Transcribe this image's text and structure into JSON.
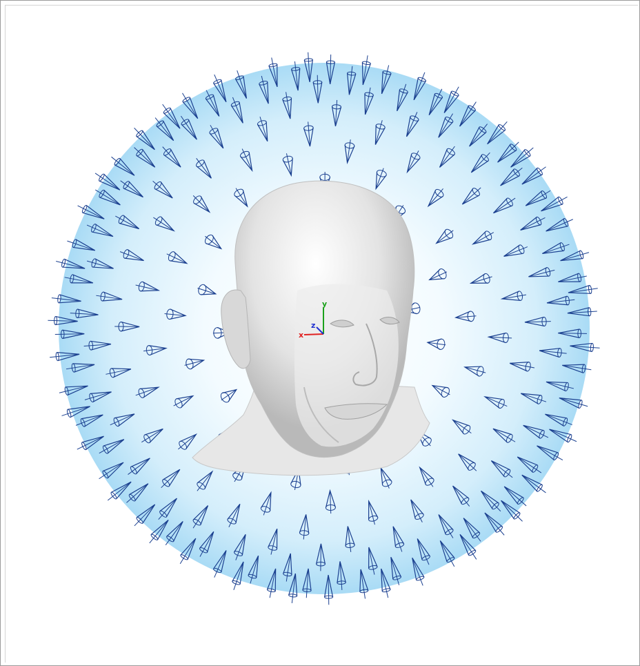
{
  "viewport": {
    "background": "#ffffff",
    "sphere_color_center": "#ffffff",
    "sphere_color_edge": "#9fd7f4",
    "camera_color": "#1a3f8f",
    "head_color": "#e6e6e6"
  },
  "scene": {
    "object": "head-model",
    "camera_marker": "cone",
    "camera_distribution": "sphere"
  },
  "axes": {
    "x_label": "x",
    "y_label": "y",
    "z_label": "z",
    "x_color": "#e02020",
    "y_color": "#1aa01a",
    "z_color": "#2030d0"
  }
}
